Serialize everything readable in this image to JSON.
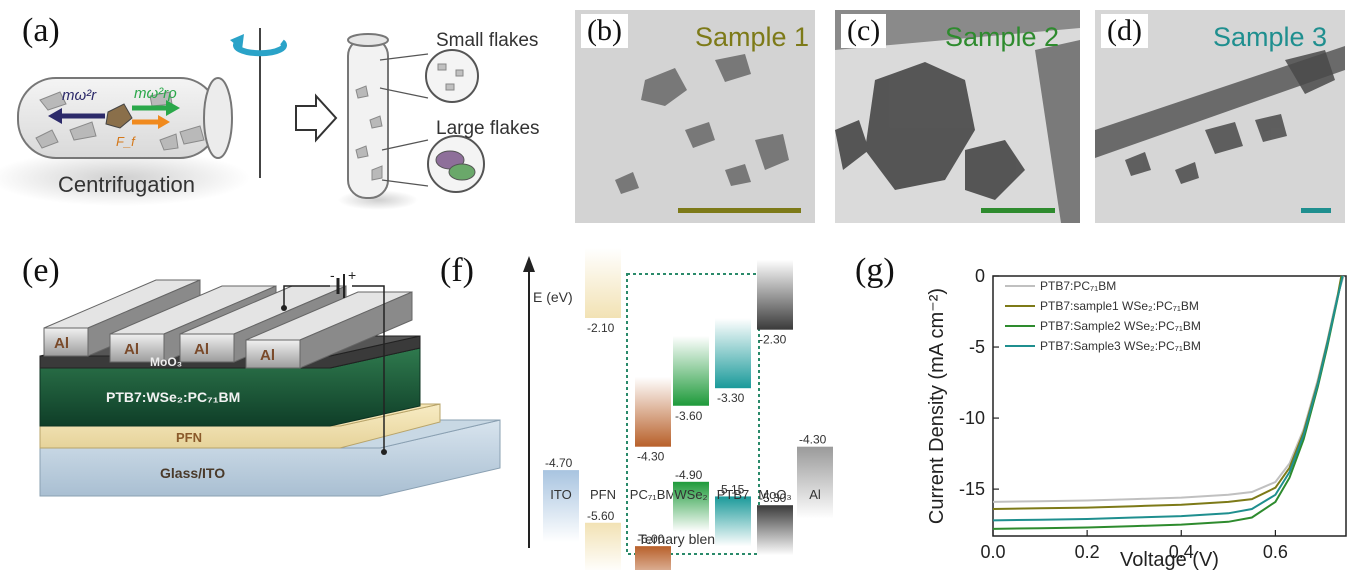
{
  "panel_labels": {
    "a": "(a)",
    "b": "(b)",
    "c": "(c)",
    "d": "(d)",
    "e": "(e)",
    "f": "(f)",
    "g": "(g)"
  },
  "panel_a": {
    "centrifugation": "Centrifugation",
    "small_flakes": "Small flakes",
    "large_flakes": "Large flakes",
    "force_left": "mω²r",
    "force_right": "mω²rρ",
    "force_small": "F_f"
  },
  "tem_samples": [
    {
      "title": "Sample 1",
      "color": "#7d7a18"
    },
    {
      "title": "Sample 2",
      "color": "#2e8b2e"
    },
    {
      "title": "Sample 3",
      "color": "#1f8f8f"
    }
  ],
  "panel_e": {
    "al_labels": [
      "Al",
      "Al",
      "Al",
      "Al"
    ],
    "moo3": "MoO₃",
    "active": "PTB7:WSe₂:PC₇₁BM",
    "pfn": "PFN",
    "glass": "Glass/ITO",
    "minus": "-",
    "plus": "+"
  },
  "panel_f": {
    "axis_label": "E (eV)",
    "blend_label": "Ternary blend",
    "materials": [
      {
        "name": "ITO",
        "top": "-4.70",
        "bottom": "",
        "color": "#a8c4e0"
      },
      {
        "name": "PFN",
        "top": "-2.10",
        "bottom": "-5.60",
        "color": "#f2e2b4"
      },
      {
        "name": "PC₇₁BM",
        "top": "-4.30",
        "bottom": "-6.00",
        "color": "#b8602a"
      },
      {
        "name": "WSe₂",
        "top": "-3.60",
        "bottom": "-4.90",
        "color": "#1e9a3a"
      },
      {
        "name": "PTB7",
        "top": "-3.30",
        "bottom": "-5.15",
        "color": "#1a9a9a"
      },
      {
        "name": "MoO₃",
        "top": "-2.30",
        "bottom": "-5.30",
        "color": "#3a3a3a"
      },
      {
        "name": "Al",
        "top": "-4.30",
        "bottom": "",
        "color": "#9a9a9a"
      }
    ]
  },
  "chart_data": {
    "type": "line",
    "title": "",
    "xlabel": "Voltage (V)",
    "ylabel": "Current Density (mA cm⁻²)",
    "xlim": [
      0.0,
      0.75
    ],
    "ylim": [
      -18.3,
      0
    ],
    "xticks": [
      "0.0",
      "0.2",
      "0.4",
      "0.6"
    ],
    "yticks": [
      "0",
      "-5",
      "-10",
      "-15"
    ],
    "legend_position": "top-left",
    "series": [
      {
        "name": "PTB7:PC₇₁BM",
        "color": "#c0c0c0",
        "x": [
          0.0,
          0.1,
          0.2,
          0.3,
          0.4,
          0.5,
          0.55,
          0.6,
          0.63,
          0.66,
          0.69,
          0.71,
          0.73,
          0.745
        ],
        "y": [
          -15.9,
          -15.85,
          -15.8,
          -15.7,
          -15.6,
          -15.4,
          -15.2,
          -14.5,
          -13.2,
          -10.8,
          -7.3,
          -4.6,
          -1.6,
          0.0
        ]
      },
      {
        "name": "PTB7:sample1 WSe₂:PC₇₁BM",
        "color": "#7d7a18",
        "x": [
          0.0,
          0.1,
          0.2,
          0.3,
          0.4,
          0.5,
          0.55,
          0.6,
          0.63,
          0.66,
          0.69,
          0.71,
          0.73,
          0.74
        ],
        "y": [
          -16.4,
          -16.35,
          -16.3,
          -16.2,
          -16.1,
          -15.9,
          -15.7,
          -14.9,
          -13.5,
          -11.0,
          -7.5,
          -4.7,
          -1.8,
          0.0
        ]
      },
      {
        "name": "PTB7:Sample2 WSe₂:PC₇₁BM",
        "color": "#2e8b2e",
        "x": [
          0.0,
          0.1,
          0.2,
          0.3,
          0.4,
          0.5,
          0.55,
          0.6,
          0.63,
          0.66,
          0.69,
          0.71,
          0.73,
          0.742
        ],
        "y": [
          -17.8,
          -17.75,
          -17.7,
          -17.6,
          -17.5,
          -17.3,
          -17.0,
          -15.9,
          -14.2,
          -11.5,
          -7.8,
          -5.0,
          -1.9,
          0.0
        ]
      },
      {
        "name": "PTB7:Sample3 WSe₂:PC₇₁BM",
        "color": "#1f8f8f",
        "x": [
          0.0,
          0.1,
          0.2,
          0.3,
          0.4,
          0.5,
          0.55,
          0.6,
          0.63,
          0.66,
          0.69,
          0.71,
          0.73,
          0.743
        ],
        "y": [
          -17.2,
          -17.15,
          -17.1,
          -17.0,
          -16.9,
          -16.7,
          -16.4,
          -15.4,
          -13.8,
          -11.2,
          -7.6,
          -4.8,
          -1.8,
          0.0
        ]
      }
    ]
  }
}
